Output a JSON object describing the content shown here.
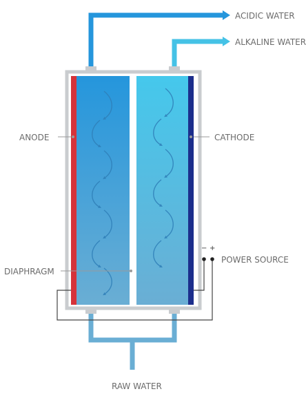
{
  "labels": {
    "acidic_water": "ACIDIC WATER",
    "alkaline_water": "ALKALINE WATER",
    "anode": "ANODE",
    "cathode": "CATHODE",
    "diaphragm": "DIAPHRAGM",
    "power_source": "POWER SOURCE",
    "raw_water": "RAW WATER",
    "minus": "−",
    "plus": "+"
  },
  "colors": {
    "acidic": "#2596dc",
    "alkaline": "#45c2e6",
    "raw": "#6aaed4",
    "anode": "#d5333a",
    "cathode": "#1c2e8c",
    "frame": "#c9cccf",
    "leader": "#9a9a9a"
  },
  "icons": [
    "circulation-arrow-icon"
  ]
}
